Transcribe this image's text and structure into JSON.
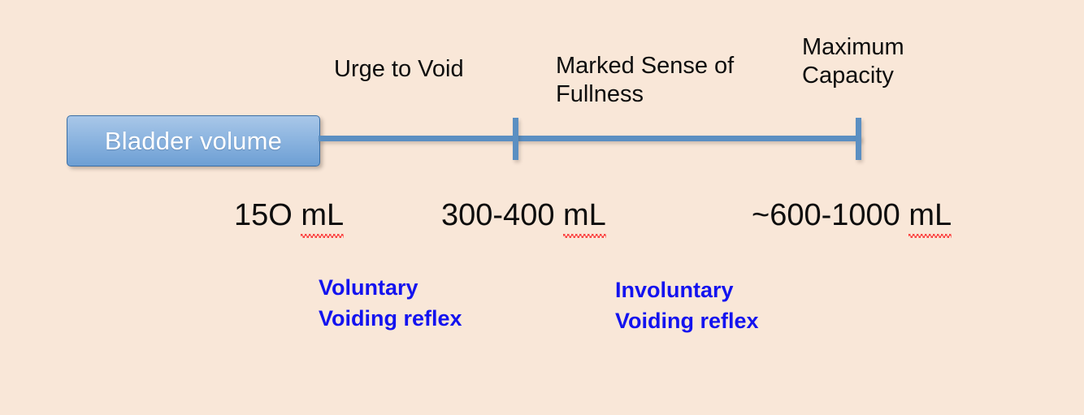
{
  "slide": {
    "background_color": "#f9e7d8",
    "accent_color": "#5b8fc2",
    "annotation_color": "#1313ef",
    "spellcheck_color": "#fb2b2b"
  },
  "volume_box": {
    "label": "Bladder volume",
    "fill_top_color": "#a9c7e8",
    "fill_bottom_color": "#6d9fd4",
    "border_color": "#3a6ea5",
    "text_color": "#ffffff"
  },
  "axis": {
    "line_color": "#5b8fc2",
    "ticks": [
      {
        "name": "middle-tick"
      },
      {
        "name": "end-tick"
      }
    ]
  },
  "stages": [
    {
      "heading": "Urge to Void",
      "volume": "15O mL",
      "volume_suffix": "mL"
    },
    {
      "heading": "Marked Sense of\nFullness",
      "volume": "300-400 mL",
      "volume_suffix": "mL"
    },
    {
      "heading": "Maximum\nCapacity",
      "volume": "~600-1000 mL",
      "volume_suffix": "mL"
    }
  ],
  "volume_values": {
    "first_number": "15O ",
    "second_number": "300-400 ",
    "third_number": "~600-1000 ",
    "unit": "mL"
  },
  "reflexes": [
    {
      "label": "Voluntary\nVoiding reflex"
    },
    {
      "label": "Involuntary\nVoiding reflex"
    }
  ]
}
